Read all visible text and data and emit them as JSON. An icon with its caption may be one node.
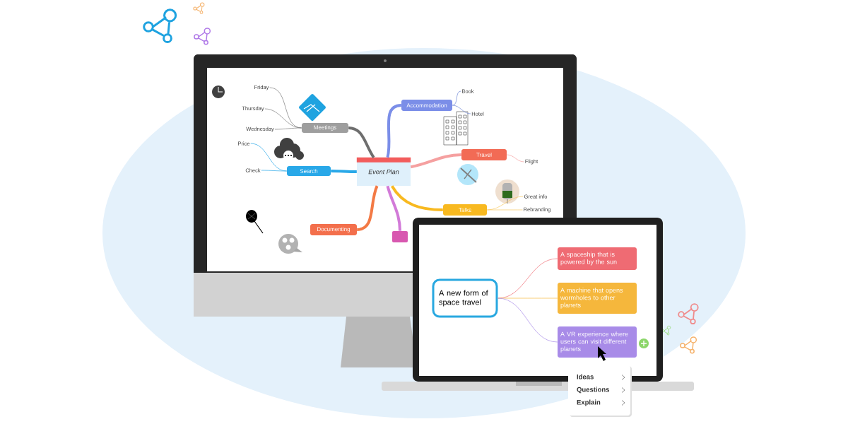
{
  "diagram": {
    "nodes": [
      {
        "text": [
          "Event Plan"
        ]
      },
      {
        "text": [
          "Meetings"
        ]
      },
      {
        "text": [
          "Friday"
        ]
      },
      {
        "text": [
          "Thursday"
        ]
      },
      {
        "text": [
          "Wednesday"
        ]
      },
      {
        "text": [
          "Search"
        ]
      },
      {
        "text": [
          "Price"
        ]
      },
      {
        "text": [
          "Check"
        ]
      },
      {
        "text": [
          "Accommodation"
        ]
      },
      {
        "text": [
          "Book"
        ]
      },
      {
        "text": [
          "Hotel"
        ]
      },
      {
        "text": [
          "Travel"
        ]
      },
      {
        "text": [
          "Flight"
        ]
      },
      {
        "text": [
          "Talks"
        ]
      },
      {
        "text": [
          "Great info"
        ]
      },
      {
        "text": [
          "Rebranding"
        ]
      },
      {
        "text": [
          "Documenting"
        ]
      },
      {
        "text": [],
        "shape": "box"
      },
      {
        "text": [
          "A new form of space travel"
        ]
      },
      {
        "text": [
          "A spaceship that is powered by the sun"
        ]
      },
      {
        "text": [
          "A machine that opens wormholes to other planets"
        ]
      },
      {
        "text": [
          "A VR experience where users can visit different planets"
        ]
      },
      {
        "text": [
          "Ideas",
          "Questions",
          "Explain"
        ]
      }
    ],
    "edges": [
      {
        "from": 0,
        "to": 1,
        "arrow": "none",
        "style": "thick",
        "color": "#6e6e6e"
      },
      {
        "from": 1,
        "to": 2,
        "arrow": "none",
        "color": "#7a7a7a"
      },
      {
        "from": 1,
        "to": 3,
        "arrow": "none",
        "color": "#7a7a7a"
      },
      {
        "from": 1,
        "to": 4,
        "arrow": "none",
        "color": "#7a7a7a"
      },
      {
        "from": 0,
        "to": 5,
        "arrow": "none",
        "style": "thick",
        "color": "#29a8e8"
      },
      {
        "from": 5,
        "to": 6,
        "arrow": "none",
        "color": "#29a8e8"
      },
      {
        "from": 5,
        "to": 7,
        "arrow": "none",
        "color": "#29a8e8"
      },
      {
        "from": 0,
        "to": 8,
        "arrow": "none",
        "style": "thick",
        "color": "#7b8ee8"
      },
      {
        "from": 8,
        "to": 9,
        "arrow": "none",
        "color": "#6f87d6"
      },
      {
        "from": 8,
        "to": 10,
        "arrow": "none",
        "color": "#6f87d6"
      },
      {
        "from": 0,
        "to": 11,
        "arrow": "none",
        "style": "thick",
        "color": "#f5a0a0"
      },
      {
        "from": 11,
        "to": 12,
        "arrow": "none",
        "color": "#f5a0a0"
      },
      {
        "from": 0,
        "to": 13,
        "arrow": "none",
        "style": "thick",
        "color": "#f8b920"
      },
      {
        "from": 13,
        "to": 14,
        "arrow": "none",
        "color": "#f8c860"
      },
      {
        "from": 13,
        "to": 15,
        "arrow": "none",
        "color": "#f8c860"
      },
      {
        "from": 0,
        "to": 16,
        "arrow": "none",
        "style": "thick",
        "color": "#f37a45"
      },
      {
        "from": 0,
        "to": 17,
        "arrow": "none",
        "style": "thick",
        "color": "#d27ad8"
      },
      {
        "from": 18,
        "to": 19,
        "arrow": "none",
        "color": "#ef6b73"
      },
      {
        "from": 18,
        "to": 20,
        "arrow": "none",
        "color": "#f5b73c"
      },
      {
        "from": 18,
        "to": 21,
        "arrow": "none",
        "color": "#a88be8"
      }
    ]
  }
}
